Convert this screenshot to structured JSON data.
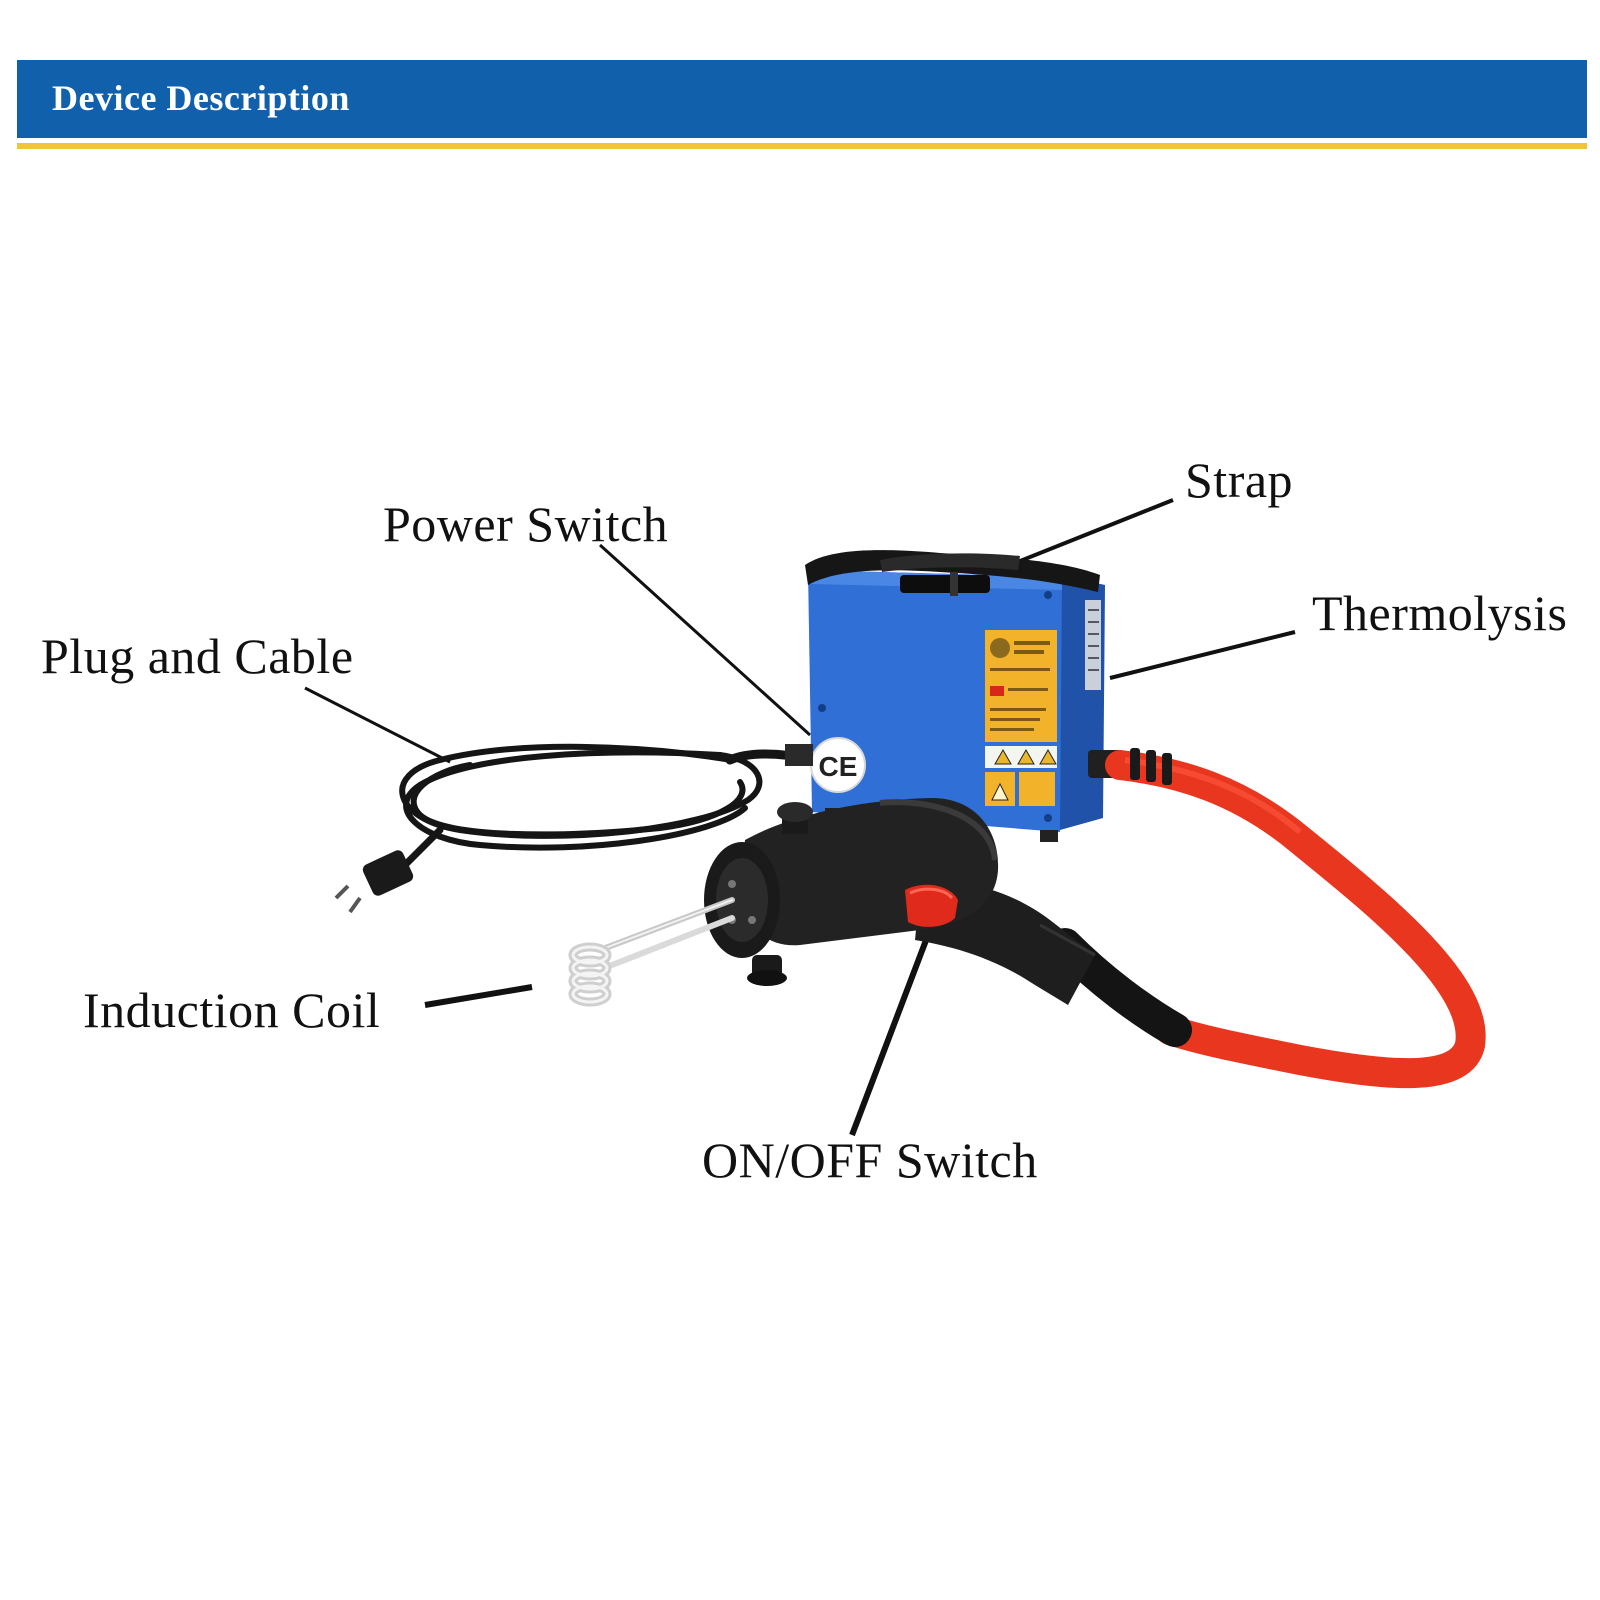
{
  "header": {
    "title": "Device Description"
  },
  "labels": {
    "strap": "Strap",
    "power_switch": "Power Switch",
    "thermolysis": "Thermolysis",
    "plug_and_cable": "Plug and Cable",
    "induction_coil": "Induction Coil",
    "on_off_switch": "ON/OFF Switch"
  },
  "device": {
    "ce_mark": "CE"
  },
  "colors": {
    "header_blue": "#1160ac",
    "header_gold": "#f0c637",
    "device_blue": "#2f6fd6",
    "cable_red": "#e8361f",
    "handle_black": "#1e1e1e",
    "sticker_yellow": "#f2b22a"
  }
}
